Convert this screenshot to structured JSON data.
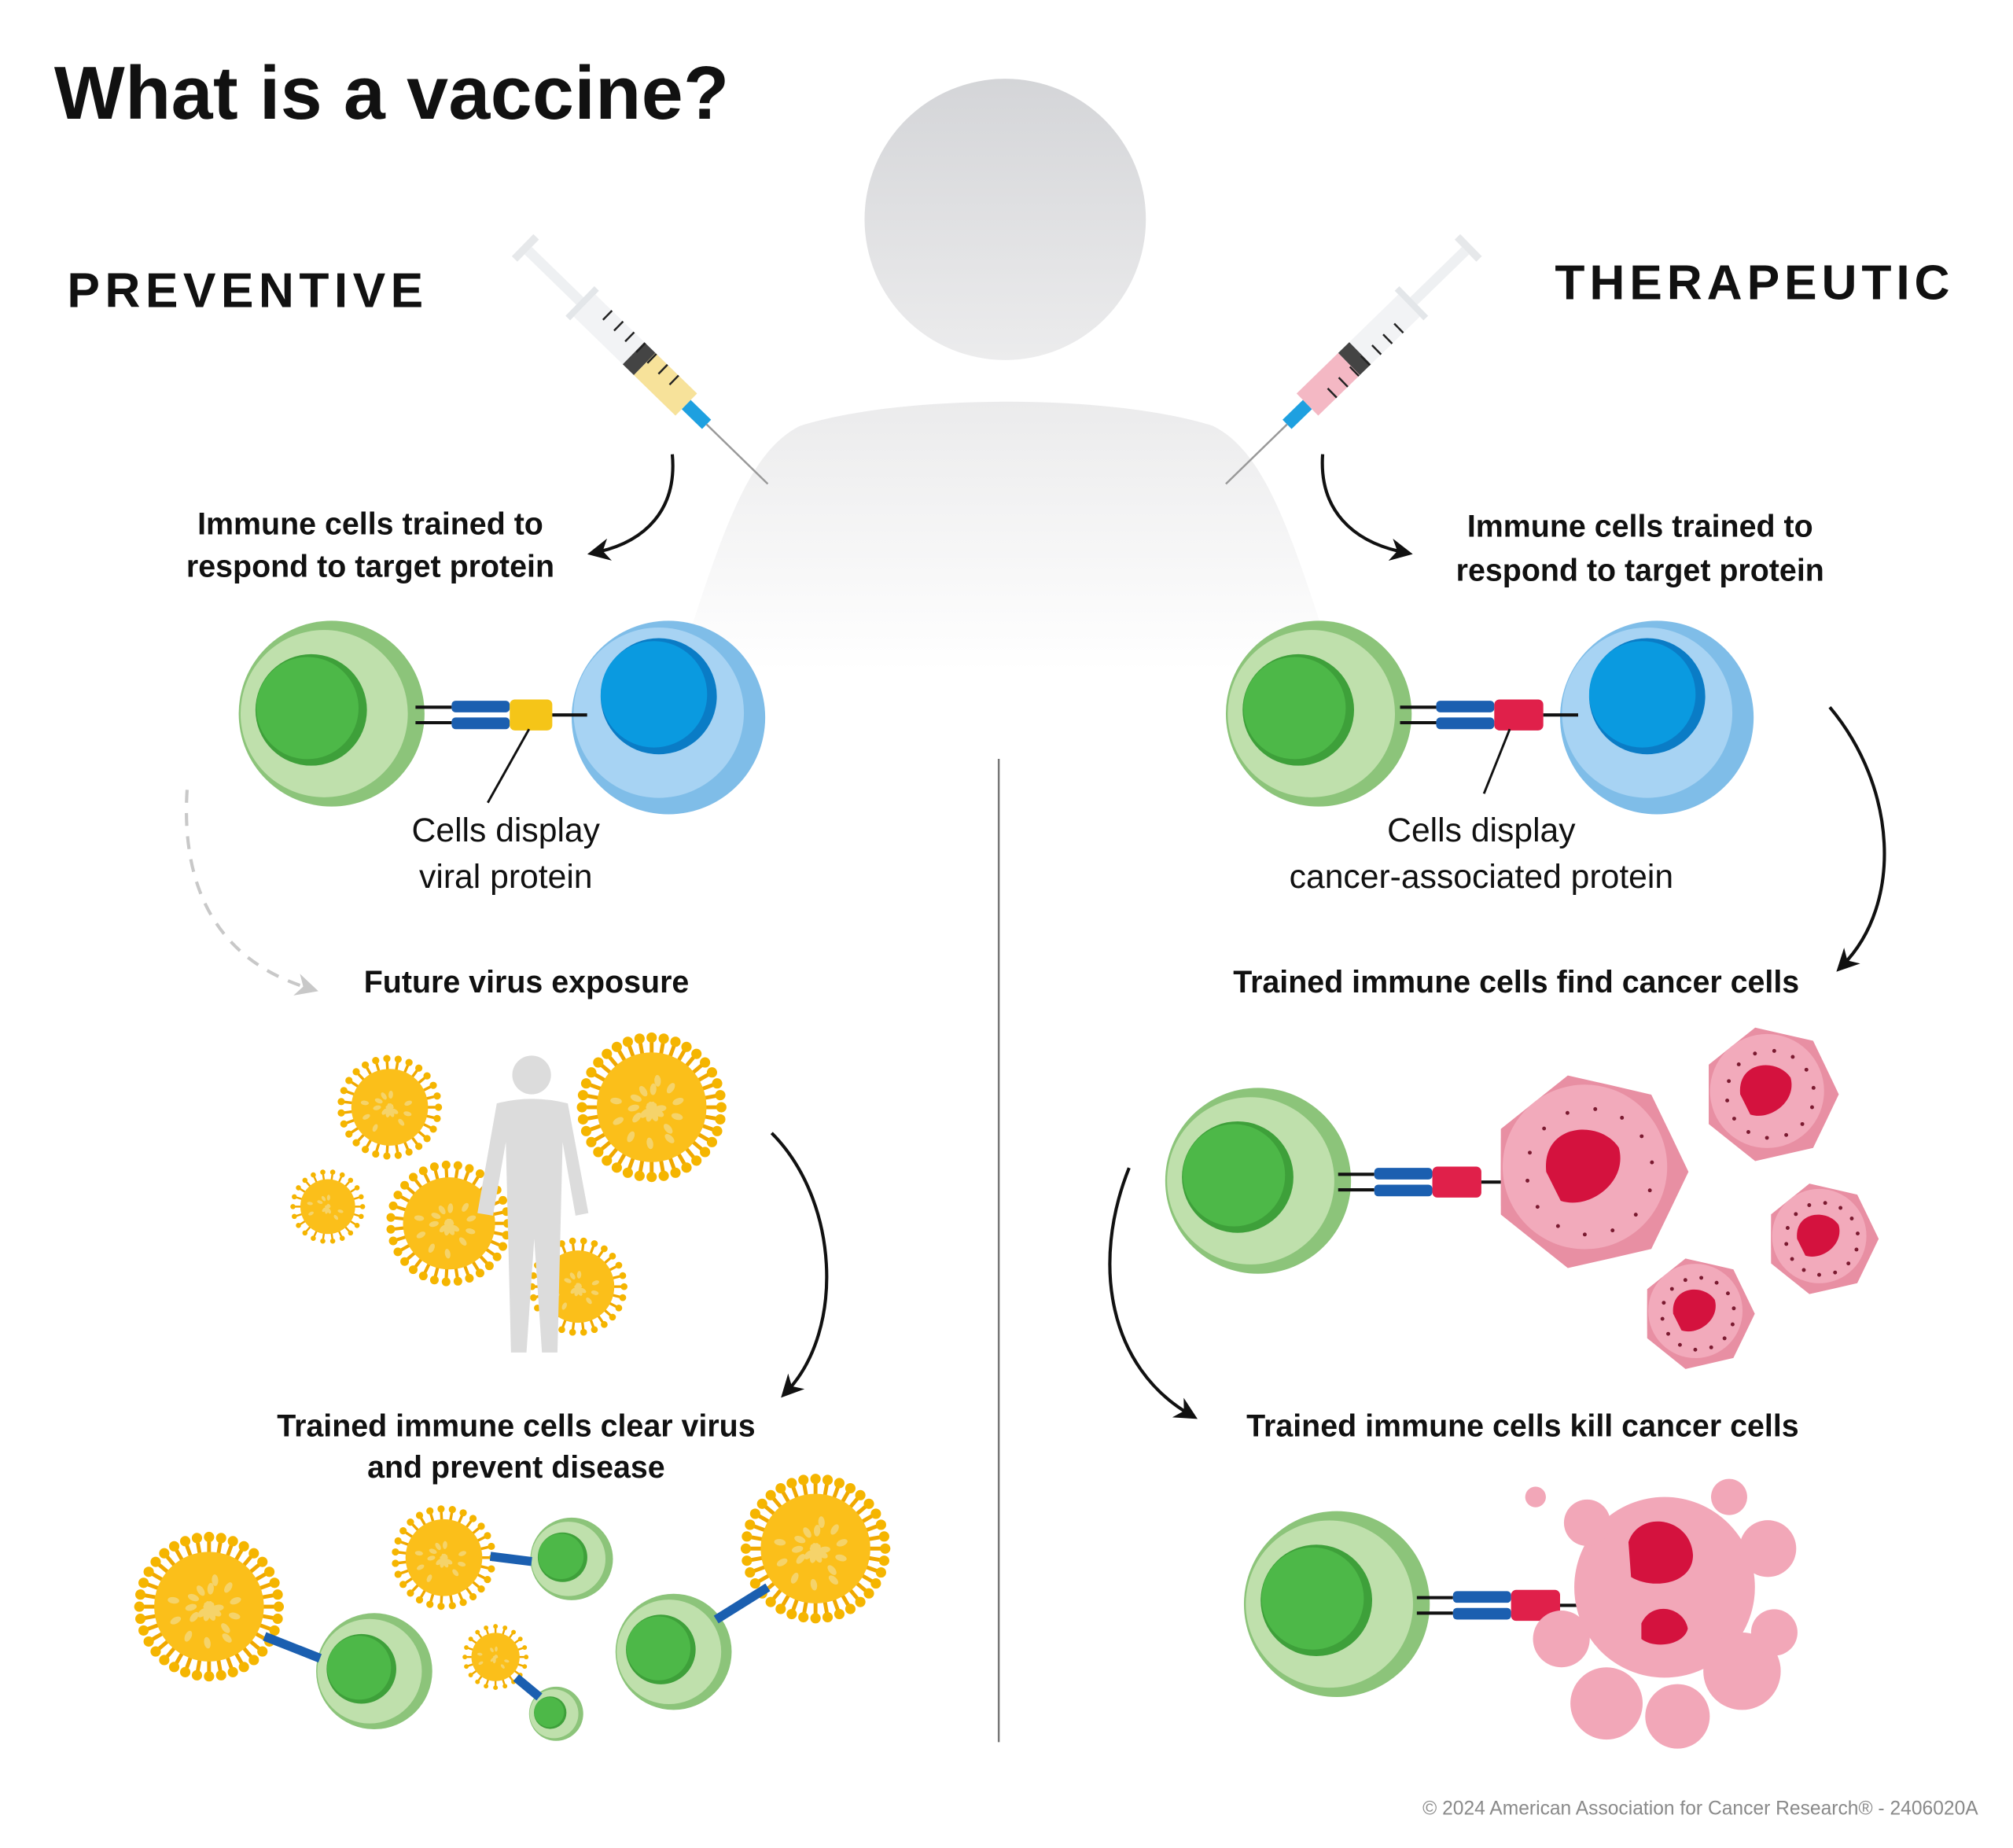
{
  "title": "What is a vaccine?",
  "preventive": {
    "heading": "PREVENTIVE",
    "step1": [
      "Immune cells trained to",
      "respond to target protein"
    ],
    "display_label": [
      "Cells display",
      "viral protein"
    ],
    "step2": "Future virus exposure",
    "step3": [
      "Trained immune cells clear virus",
      "and prevent disease"
    ],
    "vaccine_color": "#f7e29a",
    "protein_color": "#f5c518"
  },
  "therapeutic": {
    "heading": "THERAPEUTIC",
    "step1": [
      "Immune cells trained to",
      "respond to target protein"
    ],
    "display_label": [
      "Cells display",
      "cancer-associated protein"
    ],
    "step2": "Trained immune cells find cancer cells",
    "step3": "Trained immune cells kill cancer cells",
    "vaccine_color": "#f4b8c4",
    "protein_color": "#e0204a"
  },
  "footer": "© 2024 American Association for Cancer Research® - 2406020A"
}
